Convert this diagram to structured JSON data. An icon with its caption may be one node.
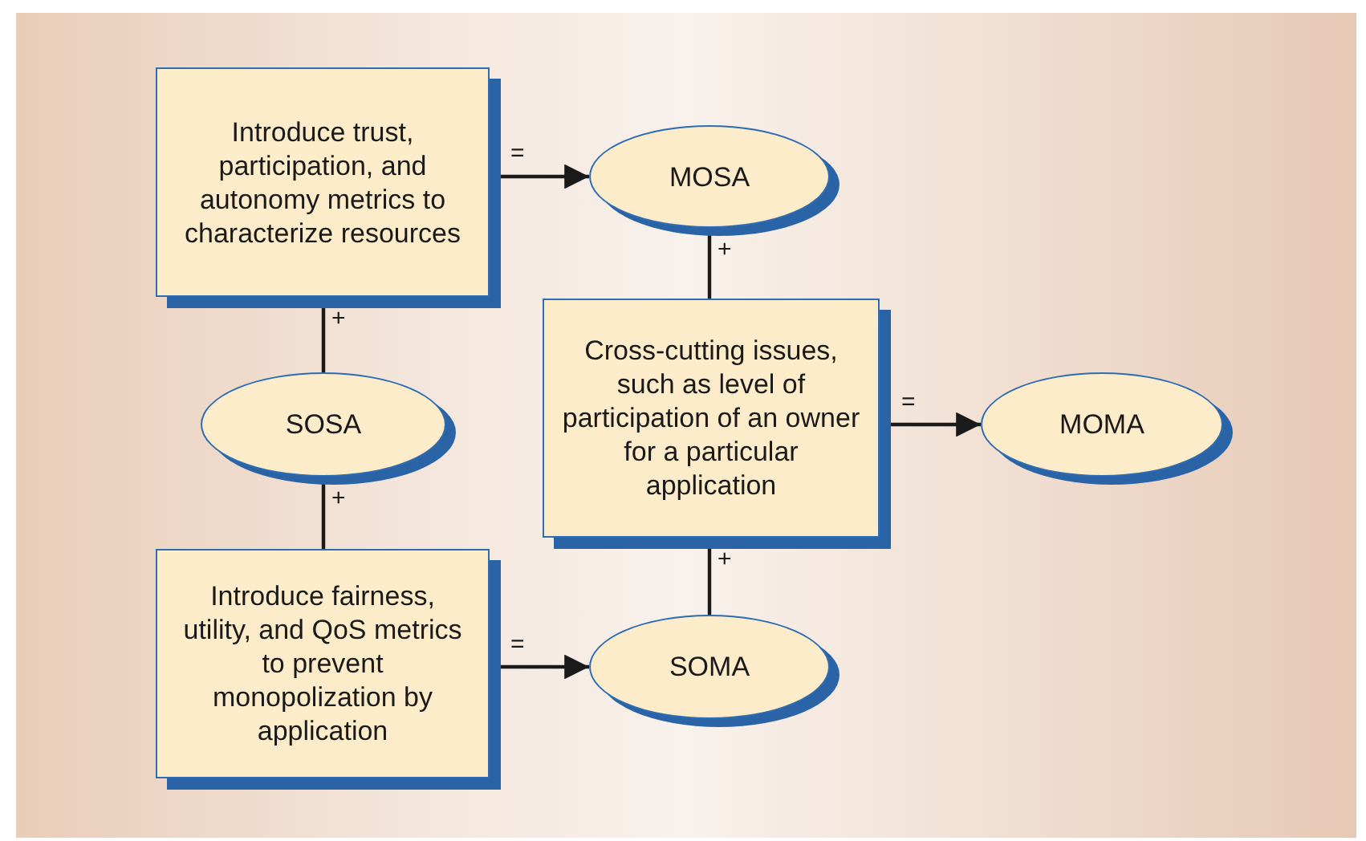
{
  "diagram": {
    "nodes": [
      {
        "text": [
          "Introduce trust, participation, and autonomy metrics to characterize resources"
        ]
      },
      {
        "text": [
          "MOSA"
        ]
      },
      {
        "text": [
          "SOSA"
        ]
      },
      {
        "text": [
          "Cross-cutting issues, such as level of participation of an owner for a particular application"
        ]
      },
      {
        "text": [
          "MOMA"
        ]
      },
      {
        "text": [
          "Introduce fairness, utility, and QoS metrics to prevent monopolization by application"
        ]
      },
      {
        "text": [
          "SOMA"
        ]
      }
    ],
    "edges": [
      {
        "from": 0,
        "to": 1,
        "arrow": "to",
        "label": "="
      },
      {
        "from": 2,
        "to": 0,
        "arrow": "none",
        "label": "+"
      },
      {
        "from": 3,
        "to": 1,
        "arrow": "none",
        "label": "+"
      },
      {
        "from": 3,
        "to": 4,
        "arrow": "to",
        "label": "="
      },
      {
        "from": 2,
        "to": 5,
        "arrow": "none",
        "label": "+"
      },
      {
        "from": 5,
        "to": 6,
        "arrow": "to",
        "label": "="
      },
      {
        "from": 3,
        "to": 6,
        "arrow": "none",
        "label": "+"
      }
    ]
  }
}
